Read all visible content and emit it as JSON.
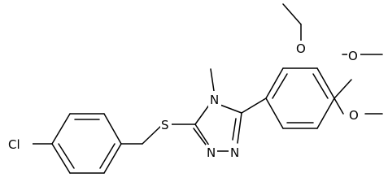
{
  "molecule": {
    "atoms": {
      "cl": "Cl",
      "s": "S",
      "n4": "N",
      "n1": "N",
      "n2": "N",
      "o1": "O",
      "o2": "O",
      "o3": "O"
    }
  },
  "colors": {
    "bond": "#000000",
    "label": "#000000",
    "background": "#ffffff"
  }
}
